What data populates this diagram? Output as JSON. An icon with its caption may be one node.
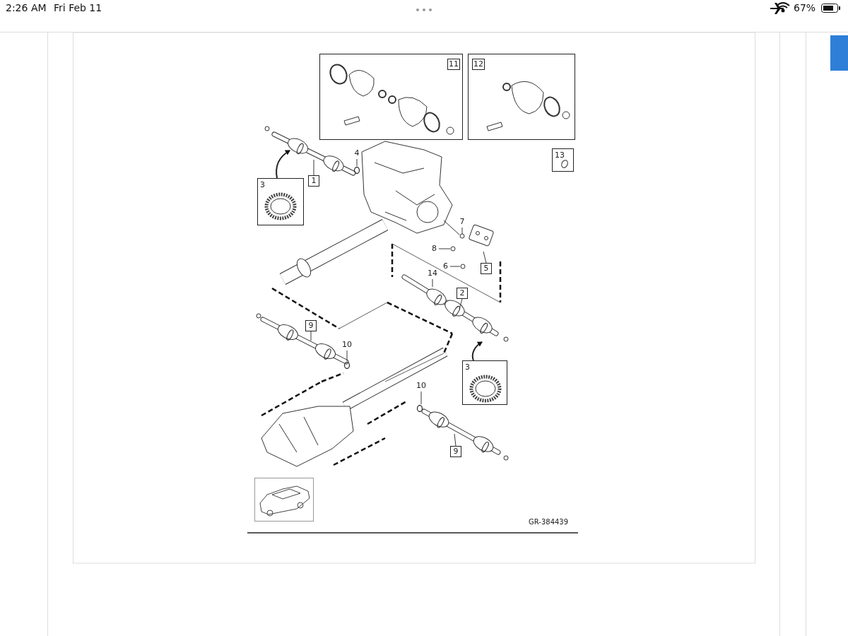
{
  "diagram": {
    "nodes": [
      {
        "text": [
          "11"
        ]
      },
      {
        "text": [
          "12"
        ]
      },
      {
        "text": [
          "13"
        ]
      },
      {
        "text": [
          "4"
        ]
      },
      {
        "text": [
          "1"
        ]
      },
      {
        "text": [
          "3"
        ]
      },
      {
        "text": [
          "7"
        ]
      },
      {
        "text": [
          "8"
        ]
      },
      {
        "text": [
          "6"
        ]
      },
      {
        "text": [
          "5"
        ]
      },
      {
        "text": [
          "14"
        ]
      },
      {
        "text": [
          "2"
        ]
      },
      {
        "text": [
          "9"
        ]
      },
      {
        "text": [
          "10"
        ]
      },
      {
        "text": [
          "3"
        ]
      },
      {
        "text": [
          "10"
        ]
      },
      {
        "text": [
          "9"
        ]
      }
    ],
    "edges": [
      {
        "from": 3,
        "to": null,
        "arrow": "none"
      },
      {
        "from": 4,
        "to": null,
        "arrow": "none"
      },
      {
        "from": 5,
        "to": null,
        "arrow": "to"
      },
      {
        "from": 6,
        "to": null,
        "arrow": "none"
      },
      {
        "from": 7,
        "to": null,
        "arrow": "none"
      },
      {
        "from": 8,
        "to": null,
        "arrow": "none"
      },
      {
        "from": 9,
        "to": null,
        "arrow": "none"
      },
      {
        "from": 10,
        "to": null,
        "arrow": "none"
      },
      {
        "from": 11,
        "to": null,
        "arrow": "none"
      },
      {
        "from": 12,
        "to": null,
        "arrow": "none"
      },
      {
        "from": 13,
        "to": null,
        "arrow": "none"
      },
      {
        "from": 14,
        "to": null,
        "arrow": "to"
      },
      {
        "from": 15,
        "to": null,
        "arrow": "none"
      },
      {
        "from": 16,
        "to": null,
        "arrow": "none"
      }
    ],
    "labels": [
      "2:26 AM",
      "Fri Feb 11",
      "67%",
      "GR-384439"
    ]
  }
}
